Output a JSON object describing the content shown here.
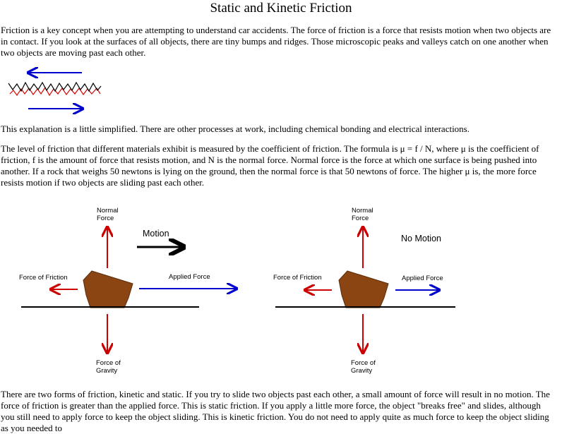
{
  "title": "Static and Kinetic Friction",
  "paragraphs": {
    "p1": "Friction is a key concept when you are attempting to understand car accidents. The force of friction is a force that resists motion when two objects are in contact. If you look at the surfaces of all objects, there are tiny bumps and ridges. Those microscopic peaks and valleys catch on one another when two objects are moving past each other.",
    "p2": "This explanation is a little simplified. There are other processes at work, including chemical bonding and electrical interactions.",
    "p3": "The level of friction that different materials exhibit is measured by the coefficient of friction. The formula is μ = f / N, where μ is the coefficient of friction, f is the amount of force that resists motion, and N is the normal force. Normal force is the force at which one surface is being pushed into another. If a rock that weighs 50 newtons is lying on the ground, then the normal force is that 50 newtons of force. The higher μ is, the more force resists motion if two objects are sliding past each other.",
    "p4": "There are two forms of friction, kinetic and static. If you try to slide two objects past each other, a small amount of force will result in no motion. The force of friction is greater than the applied force. This is static friction. If you apply a little more force, the object \"breaks free\" and slides, although you still need to apply force to keep the object sliding. This is kinetic friction. You do not need to apply quite as much force to keep the object sliding as you needed to"
  },
  "diagram_left": {
    "normal_l1": "Normal",
    "normal_l2": "Force",
    "motion": "Motion",
    "friction": "Force of Friction",
    "applied": "Applied Force",
    "gravity_l1": "Force of",
    "gravity_l2": "Gravity"
  },
  "diagram_right": {
    "normal_l1": "Normal",
    "normal_l2": "Force",
    "motion": "No Motion",
    "friction": "Force of Friction",
    "applied": "Applied Force",
    "gravity_l1": "Force of",
    "gravity_l2": "Gravity"
  },
  "colors": {
    "blue_arrow": "#0000cc",
    "red_arrow": "#cc0000",
    "rock": "#8b4513"
  }
}
